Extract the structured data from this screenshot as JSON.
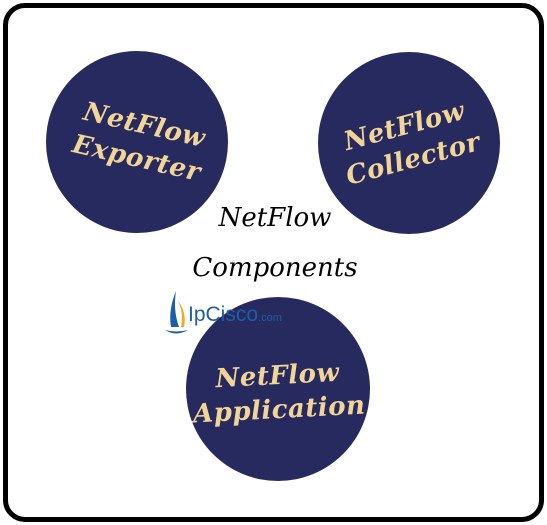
{
  "components": {
    "exporter": {
      "line1": "NetFlow",
      "line2": "Exporter"
    },
    "collector": {
      "line1": "NetFlow",
      "line2": "Collector"
    },
    "application": {
      "line1": "NetFlow",
      "line2": "Application"
    }
  },
  "center": {
    "line1": "NetFlow",
    "line2": "Components"
  },
  "logo": {
    "name": "IpCisco",
    "suffix": ".com",
    "icon": "sailboat-icon"
  },
  "colors": {
    "circle_fill": "#272a5e",
    "circle_text": "#f2d596",
    "frame_border": "#000000",
    "logo_blue": "#1e5da8",
    "logo_accent": "#f5a623"
  }
}
